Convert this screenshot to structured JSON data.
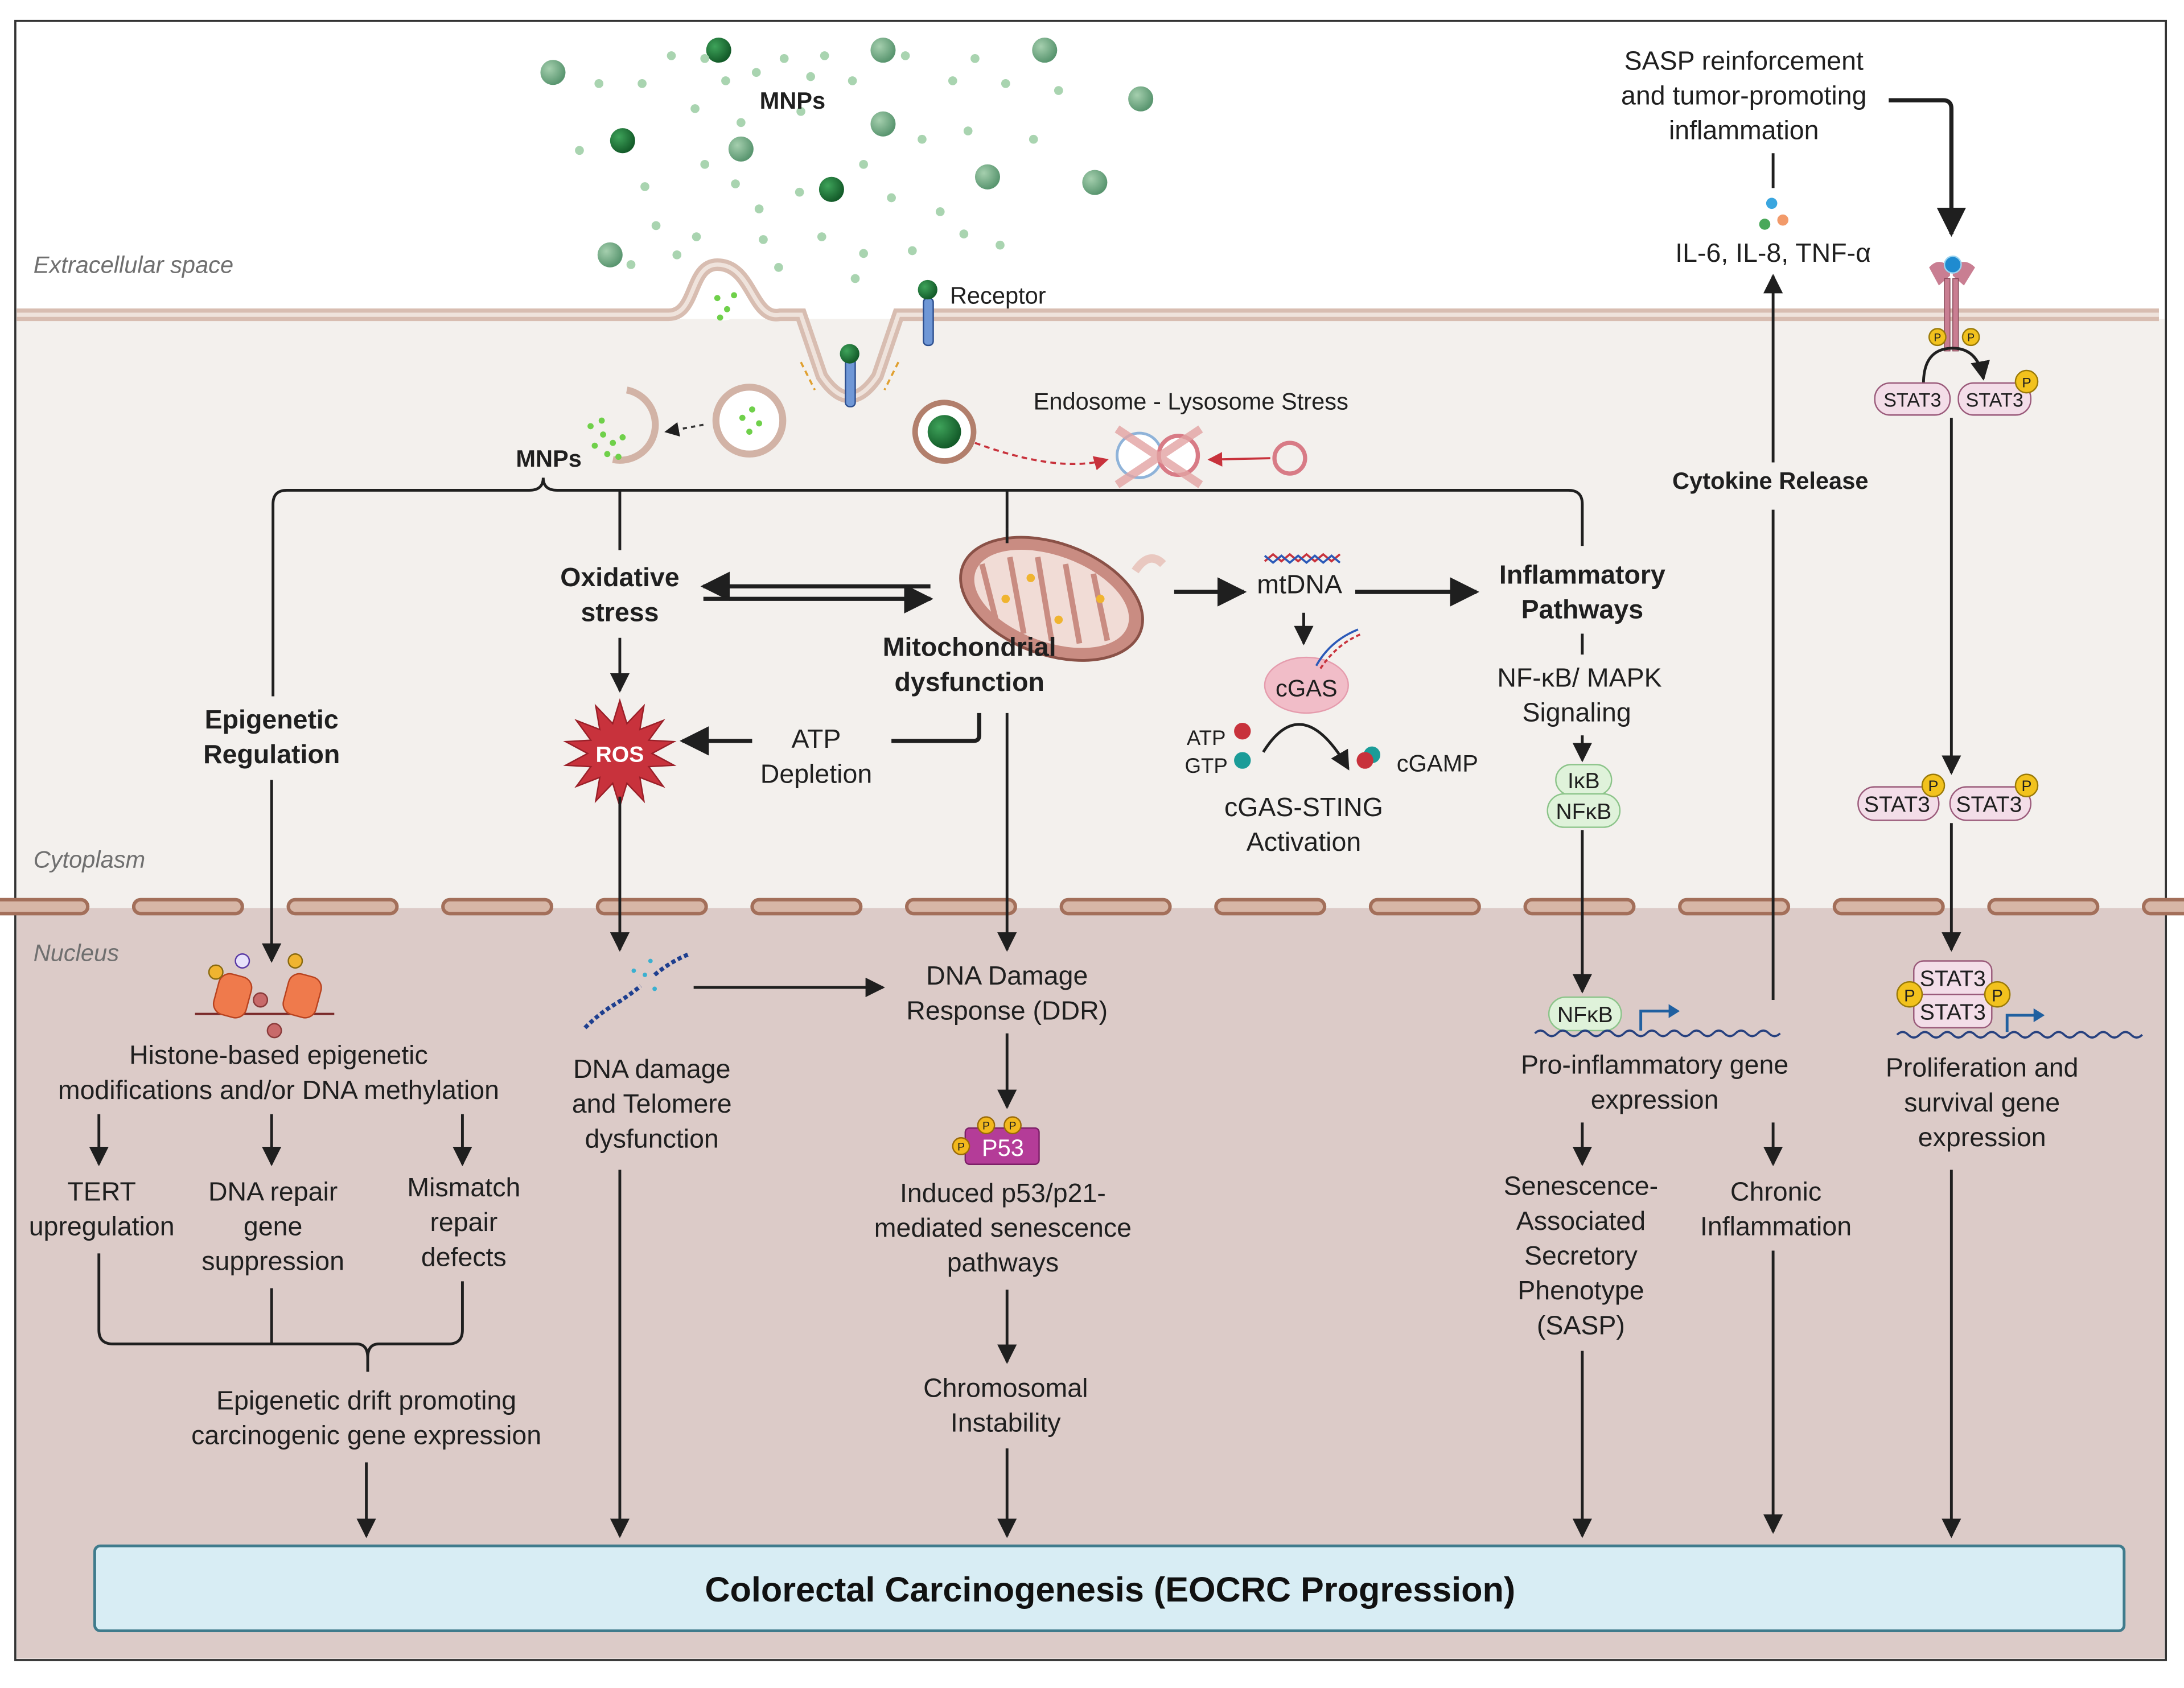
{
  "figure": {
    "title": "Colorectal Carcinogenesis (EOCRC Progression)",
    "regions": {
      "extracellular": "Extracellular space",
      "cytoplasm": "Cytoplasm",
      "nucleus": "Nucleus"
    },
    "colors": {
      "extracellular_bg": "#ffffff",
      "cytoplasm_bg": "#f3f0ed",
      "nucleus_bg": "#dccbc8",
      "membrane": "#c9a99c",
      "nuclear_envelope": "#a36f5a",
      "outcome_box_fill": "#d8edf4",
      "outcome_box_stroke": "#3f7b8c",
      "mnp_dark": "#1f7a3a",
      "mnp_mid": "#5f9e72",
      "mnp_light": "#a9d4b0",
      "ros": "#c8323c",
      "p53": "#b43c98",
      "phospho": "#f2b81d",
      "nfkb_fill": "#dff2da",
      "stat3_fill": "#f3dde8"
    }
  },
  "uptake": {
    "mnps_top_label": "MNPs",
    "receptor_label": "Receptor",
    "mnps_internal_label": "MNPs",
    "endosome_label": "Endosome - Lysosome Stress"
  },
  "branches": {
    "epigenetic": {
      "header": [
        "Epigenetic",
        "Regulation"
      ],
      "modification": [
        "Histone-based epigenetic",
        "modifications and/or DNA methylation"
      ],
      "outcomes": [
        {
          "lines": [
            "TERT",
            "upregulation"
          ]
        },
        {
          "lines": [
            "DNA repair",
            "gene",
            "suppression"
          ]
        },
        {
          "lines": [
            "Mismatch",
            "repair",
            "defects"
          ]
        }
      ],
      "result": [
        "Epigenetic drift promoting",
        "carcinogenic gene expression"
      ]
    },
    "oxidative": {
      "header": [
        "Oxidative",
        "stress"
      ],
      "ros_label": "ROS",
      "atp_depletion": [
        "ATP",
        "Depletion"
      ],
      "dna_damage": [
        "DNA damage",
        "and Telomere",
        "dysfunction"
      ]
    },
    "mitochondrial": {
      "header": [
        "Mitochondrial",
        "dysfunction"
      ],
      "ddr": [
        "DNA Damage",
        "Response (DDR)"
      ],
      "p53_label": "P53",
      "phospho_label": "P",
      "senescence": [
        "Induced p53/p21-",
        "mediated senescence",
        "pathways"
      ],
      "chromosomal": [
        "Chromosomal",
        "Instability"
      ]
    },
    "cgas": {
      "mtdna_label": "mtDNA",
      "cgas_label": "cGAS",
      "atp": "ATP",
      "gtp": "GTP",
      "cgamp": "cGAMP",
      "activation": [
        "cGAS-STING",
        "Activation"
      ]
    },
    "inflammatory": {
      "header": [
        "Inflammatory",
        "Pathways"
      ],
      "signaling": [
        "NF-κB/ MAPK",
        "Signaling"
      ],
      "ikb": "IκB",
      "nfkb": "NFκB",
      "gene_expression": [
        "Pro-inflammatory gene",
        "expression"
      ],
      "sasp": [
        "Senescence-",
        "Associated",
        "Secretory",
        "Phenotype",
        "(SASP)"
      ],
      "chronic": [
        "Chronic",
        "Inflammation"
      ]
    },
    "cytokine": {
      "release_label": "Cytokine Release",
      "cytokines": "IL-6, IL-8, TNF-α",
      "reinforcement": [
        "SASP reinforcement",
        "and tumor-promoting",
        "inflammation"
      ]
    },
    "stat3": {
      "stat3_label": "STAT3",
      "phospho_label": "P",
      "gene_expression": [
        "Proliferation and",
        "survival gene",
        "expression"
      ]
    }
  }
}
